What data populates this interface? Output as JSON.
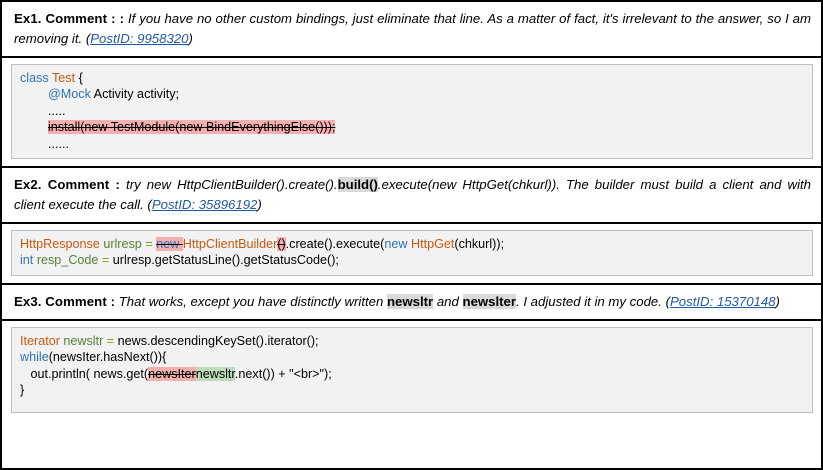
{
  "figure": {
    "colors": {
      "keyword": "#2e74b5",
      "type": "#c55a11",
      "variable": "#548235",
      "operator": "#7f9a2e",
      "deletion_highlight": "#f4b0b0",
      "insertion_highlight": "#bedbbc",
      "inline_code_highlight": "#d9d9d9",
      "link": "#2159a5",
      "code_background": "#f2f2f2",
      "code_border": "#bfbfbf",
      "outer_border": "#000000"
    }
  },
  "examples": [
    {
      "id": "ex1",
      "label": "Ex1. Comment : :",
      "body_part1": "If you have no other custom bindings, just eliminate that line. As a matter of fact, it's irrelevant to the answer, so I am removing it. (",
      "postid": "PostID: 9958320",
      "body_part2": ")",
      "code": [
        [
          {
            "t": "class ",
            "c": "kw"
          },
          {
            "t": "Test ",
            "c": "type"
          },
          {
            "t": "{",
            "c": "plain"
          }
        ],
        [
          {
            "t": "        ",
            "c": "plain"
          },
          {
            "t": "@Mock",
            "c": "kw"
          },
          {
            "t": " Activity activity;",
            "c": "plain"
          }
        ],
        [
          {
            "t": "        .....",
            "c": "plain"
          }
        ],
        [
          {
            "t": "        ",
            "c": "plain"
          },
          {
            "t": "install(new TestModule(new BindEverythingElse()));",
            "c": "plain",
            "mark": "del"
          }
        ],
        [
          {
            "t": "        ......",
            "c": "plain"
          }
        ]
      ]
    },
    {
      "id": "ex2",
      "label": "Ex2.  Comment  :",
      "body_part1": "try  new  HttpClientBuilder().create().",
      "inline_code": "build()",
      "body_part1b": ".execute(new  HttpGet(chkurl)).  The  builder must build a client and with client execute the call. (",
      "postid": "PostID: 35896192",
      "body_part2": ")",
      "code": [
        [
          {
            "t": "HttpResponse ",
            "c": "type"
          },
          {
            "t": "urlresp ",
            "c": "var"
          },
          {
            "t": "= ",
            "c": "op"
          },
          {
            "t": "new ",
            "c": "kw",
            "mark": "del"
          },
          {
            "t": "HttpClientBuilder",
            "c": "type"
          },
          {
            "t": "()",
            "c": "plain",
            "mark": "del"
          },
          {
            "t": ".create().execute(",
            "c": "plain"
          },
          {
            "t": "new ",
            "c": "kw"
          },
          {
            "t": "HttpGet",
            "c": "type"
          },
          {
            "t": "(chkurl));",
            "c": "plain"
          }
        ],
        [
          {
            "t": "int ",
            "c": "kw"
          },
          {
            "t": "resp_Code ",
            "c": "var"
          },
          {
            "t": "= ",
            "c": "op"
          },
          {
            "t": "urlresp.getStatusLine().getStatusCode();",
            "c": "plain"
          }
        ]
      ]
    },
    {
      "id": "ex3",
      "label": "Ex3. Comment :",
      "body_part1": "That works, except you have distinctly written ",
      "inline_code_a": "newsltr",
      "body_mid": " and ",
      "inline_code_b": "newslter",
      "body_part1b": ". I adjusted it in my code. (",
      "postid": "PostID: 15370148",
      "body_part2": ")",
      "code": [
        [
          {
            "t": "Iterator ",
            "c": "type"
          },
          {
            "t": "newsltr ",
            "c": "var"
          },
          {
            "t": "= ",
            "c": "op"
          },
          {
            "t": "news.descendingKeySet().iterator();",
            "c": "plain"
          }
        ],
        [
          {
            "t": "while",
            "c": "kw"
          },
          {
            "t": "(newsIter.hasNext()){",
            "c": "plain"
          }
        ],
        [
          {
            "t": "   out.println( news.get(",
            "c": "plain"
          },
          {
            "t": "newsIter",
            "c": "plain",
            "mark": "del"
          },
          {
            "t": "newsltr",
            "c": "plain",
            "mark": "ins"
          },
          {
            "t": ".next()) + \"<br>\");",
            "c": "plain"
          }
        ],
        [
          {
            "t": "}",
            "c": "plain"
          }
        ]
      ]
    }
  ]
}
